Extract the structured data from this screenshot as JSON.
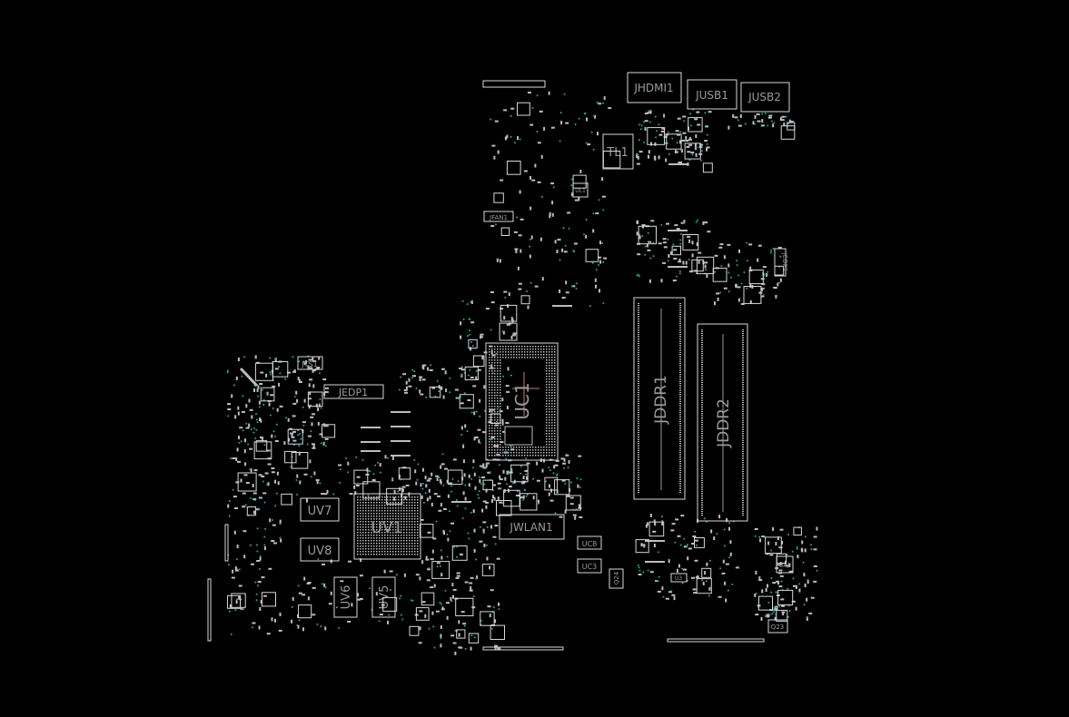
{
  "board": {
    "background": "#000000",
    "outline_color": "#d8d8d8",
    "pad_color": "#bdbdbd",
    "via_color": "#1fa7a7",
    "components": {
      "jhdmi1": "JHDMI1",
      "jusb1": "JUSB1",
      "jusb2": "JUSB2",
      "tl1": "TL1",
      "jfan1": "JFAN1",
      "jsdp1": "JEDP1",
      "jts1": "JTS1",
      "jedp1": "JEDP1",
      "uc1": "UC1",
      "jddr1": "JDDR1",
      "jddr2": "JDDR2",
      "jwlan1": "JWLAN1",
      "uc8": "UC8",
      "uc3": "UC3",
      "q24": "Q24",
      "u3": "U3",
      "ua1": "UA1",
      "q23": "Q23",
      "uv1": "UV1",
      "uv7": "UV7",
      "uv8": "UV8",
      "uv6": "UV6",
      "uv5": "UV5",
      "ul1": "UL1"
    }
  }
}
